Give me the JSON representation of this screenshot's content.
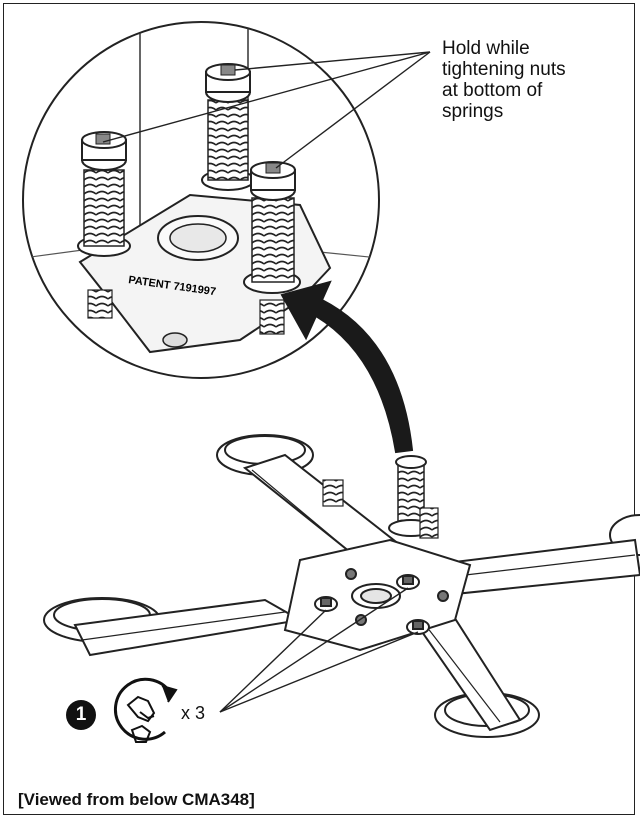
{
  "callout": {
    "line1": "Hold while",
    "line2": "tightening nuts",
    "line3": "at bottom of",
    "line4": "springs"
  },
  "patent_label": "PATENT 7191997",
  "step": {
    "number": "1",
    "quantity": "x 3",
    "icon": "rotate-wrench-icon"
  },
  "caption": "[Viewed from below CMA348]"
}
